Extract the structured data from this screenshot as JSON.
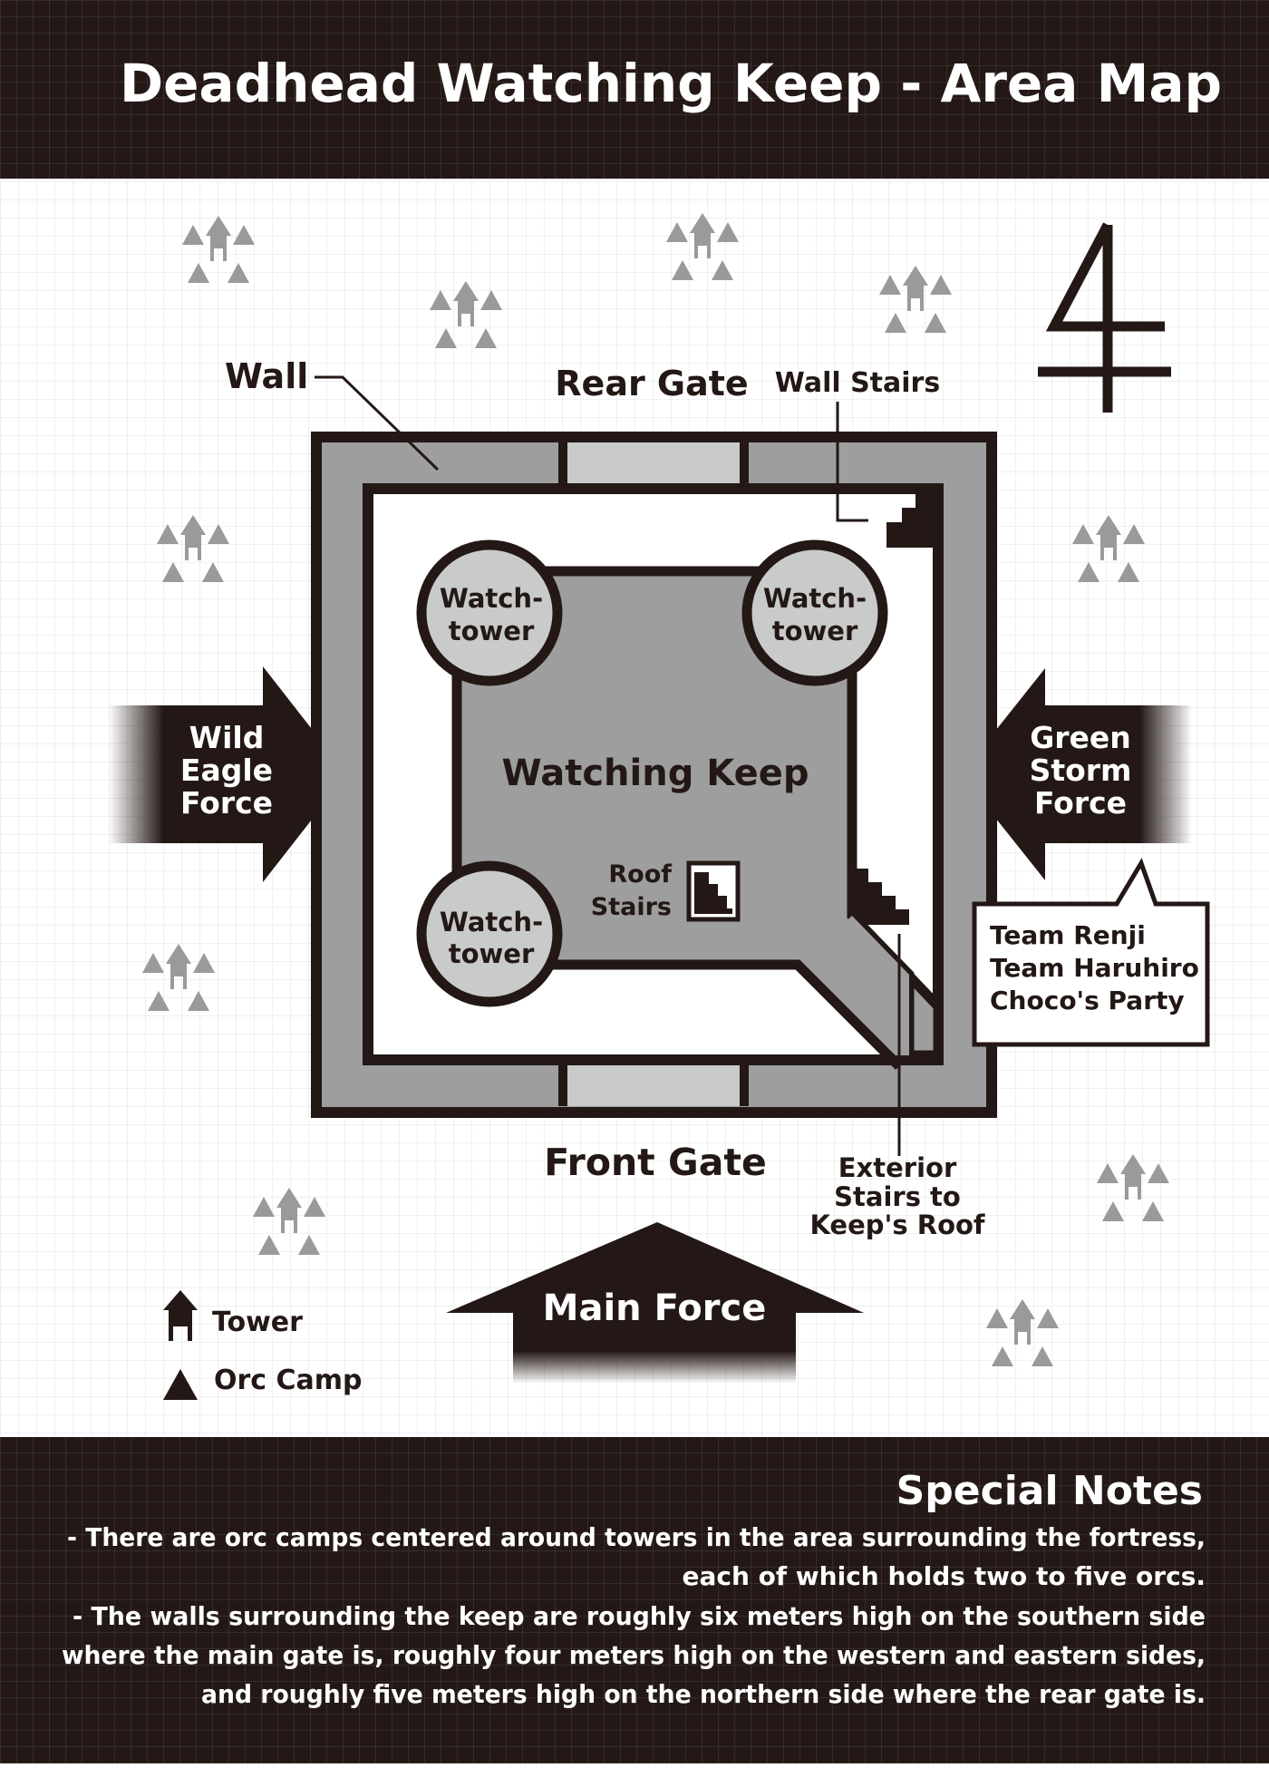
{
  "header": {
    "title": "Deadhead Watching Keep - Area Map"
  },
  "map": {
    "labels": {
      "wall": "Wall",
      "rear_gate": "Rear Gate",
      "wall_stairs": "Wall Stairs",
      "front_gate": "Front Gate",
      "watchtower_line1": "Watch-",
      "watchtower_line2": "tower",
      "keep": "Watching Keep",
      "roof_stairs_line1": "Roof",
      "roof_stairs_line2": "Stairs",
      "exterior_line1": "Exterior",
      "exterior_line2": "Stairs to",
      "exterior_line3": "Keep's Roof"
    },
    "forces": {
      "west": [
        "Wild",
        "Eagle",
        "Force"
      ],
      "east": [
        "Green",
        "Storm",
        "Force"
      ],
      "south": "Main Force"
    },
    "callout": [
      "Team Renji",
      "Team Haruhiro",
      "Choco's Party"
    ],
    "legend": {
      "tower": "Tower",
      "camp": "Orc Camp"
    },
    "colors": {
      "dark": "#231815",
      "wall_gray": "#9e9e9f",
      "gate_gray": "#c9caca",
      "tree_gray": "#9a9a9a",
      "grid": "#e2e2e2"
    }
  },
  "notes": {
    "title": "Special Notes",
    "lines": [
      "- There are orc camps centered around towers in the area surrounding the fortress,",
      "each of which holds two to five orcs.",
      "- The walls surrounding the keep are roughly six meters high on the southern side",
      "where the main gate is, roughly four meters high on the western and eastern sides,",
      "and roughly five meters high on the northern side where the rear gate is."
    ]
  }
}
